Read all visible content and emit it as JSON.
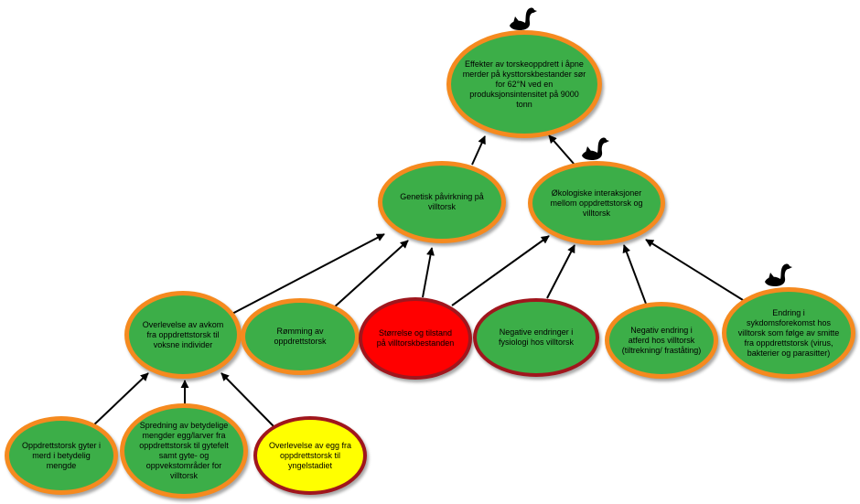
{
  "colors": {
    "green": "#3cae48",
    "orange": "#f58a1f",
    "red": "#ff0000",
    "dark_red": "#a0161d",
    "yellow": "#ffff00",
    "arrow": "#000000"
  },
  "icons": {
    "swan": "black-swan-icon"
  },
  "nodes": {
    "top": "Effekter av torskeoppdrett i åpne merder på kysttorskbestander sør for 62°N ved en produksjonsintensitet på 9000 tonn",
    "genetic": "Genetisk påvirkning på villtorsk",
    "ecological": "Økologiske interaksjoner mellom oppdrettstorsk og villtorsk",
    "survival": "Overlevelse av avkom fra oppdrettstorsk til voksne individer",
    "escape": "Rømming av oppdrettstorsk",
    "size": "Størrelse og tilstand på villtorskbestanden",
    "physiology": "Negative endringer i fysiologi hos villtorsk",
    "behaviour": "Negativ endring i atferd hos villtorsk (tiltrekning/ fraståting)",
    "disease": "Endring i sykdomsforekomst hos villtorsk som følge av smitte fra oppdrettstorsk (virus, bakterier og parasitter)",
    "spawn_pen": "Oppdrettstorsk gyter i merd i betydelig mengde",
    "spread": "Spredning av betydelige mengder egg/larver fra oppdrettstorsk til gytefelt samt gyte- og oppvekstområder for villtorsk",
    "egg_survival": "Overlevelse av egg fra oppdrettstorsk til yngelstadiet"
  }
}
